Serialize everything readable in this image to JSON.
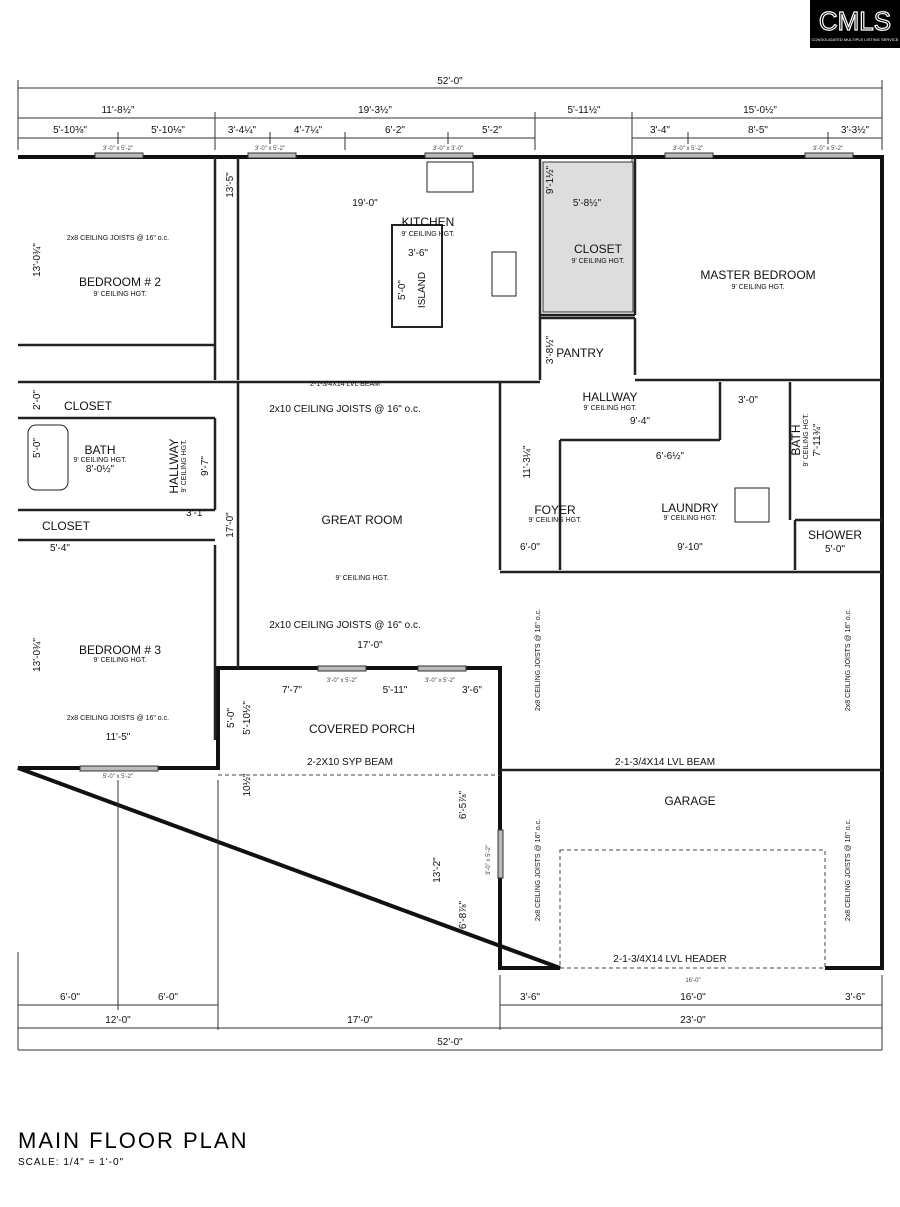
{
  "logo": {
    "text": "CMLS",
    "subtext": "CONSOLIDATED MULTIPLE LISTING SERVICE"
  },
  "plan": {
    "title": "MAIN FLOOR PLAN",
    "scale": "SCALE: 1/4\" = 1'-0\""
  },
  "dimensions": {
    "top_overall": "52'-0\"",
    "top_row2": [
      "11'-8½\"",
      "19'-3½\"",
      "5'-11½\"",
      "15'-0½\""
    ],
    "top_row3": [
      "5'-10⅜\"",
      "5'-10⅛\"",
      "3'-4¼\"",
      "4'-7¼\"",
      "6'-2\"",
      "5'-2\"",
      "3'-4\"",
      "8'-5\"",
      "3'-3½\""
    ],
    "bottom_row1": [
      "6'-0\"",
      "6'-0\"",
      "3'-6\"",
      "16'-0\"",
      "3'-6\""
    ],
    "bottom_row2": [
      "12'-0\"",
      "17'-0\"",
      "23'-0\""
    ],
    "bottom_overall": "52'-0\"",
    "garage_door": "16'-0\""
  },
  "windows": [
    "3'-0\" x 5'-2\"",
    "3'-0\" x 5'-2\"",
    "3'-0\" x 3'-0\"",
    "3'-0\" x 5'-2\"",
    "3'-0\" x 5'-2\"",
    "3'-0\" x 5'-2\"",
    "3'-0\" x 5'-2\"",
    "5'-0\" x 5'-2\"",
    "3'-0\" x 5'-2\""
  ],
  "rooms": {
    "bedroom2": {
      "name": "BEDROOM # 2",
      "ceiling": "9' CEILING HGT.",
      "joists": "2x8 CEILING JOISTS @ 16\" o.c.",
      "dim": "13'-0¾\""
    },
    "kitchen": {
      "name": "KITCHEN",
      "ceiling": "9' CEILING HGT.",
      "width": "19'-0\"",
      "island": "ISLAND",
      "island_w": "3'-6\"",
      "island_l": "5'-0\"",
      "depth": "13'-5\""
    },
    "closet_master": {
      "name": "CLOSET",
      "ceiling": "9' CEILING HGT.",
      "width": "5'-8½\"",
      "depth": "9'-1½\""
    },
    "master": {
      "name": "MASTER BEDROOM",
      "ceiling": "9' CEILING HGT."
    },
    "pantry": {
      "name": "PANTRY",
      "dim": "3'-8½\""
    },
    "closet1": {
      "name": "CLOSET",
      "dim": "2'-0\""
    },
    "bath1": {
      "name": "BATH",
      "ceiling": "9' CEILING HGT.",
      "width": "8'-0½\"",
      "dim": "5'-0\""
    },
    "hallway_left": {
      "name": "HALLWAY",
      "ceiling": "9' CEILING HGT.",
      "dim": "9'-7\"",
      "dim2": "3'-1\""
    },
    "closet2": {
      "name": "CLOSET",
      "dim": "5'-4\""
    },
    "great_room": {
      "name": "GREAT ROOM",
      "ceiling": "9' CEILING HGT.",
      "joists_top": "2x10 CEILING JOISTS @ 16\" o.c.",
      "joists_bottom": "2x10 CEILING JOISTS @ 16\" o.c.",
      "width": "17'-0\"",
      "depth": "17'-0\"",
      "beam": "2-1-3/4X14 LVL BEAM"
    },
    "hallway_right": {
      "name": "HALLWAY",
      "ceiling": "9' CEILING HGT.",
      "dim": "9'-4\""
    },
    "foyer": {
      "name": "FOYER",
      "ceiling": "9' CEILING HGT.",
      "width": "6'-0\"",
      "depth": "11'-3¼\""
    },
    "laundry": {
      "name": "LAUNDRY",
      "ceiling": "9' CEILING HGT.",
      "width": "9'-10\"",
      "dim": "6'-6½\""
    },
    "bath2": {
      "name": "BATH",
      "ceiling": "9' CEILING HGT.",
      "dim": "7'-11¾\"",
      "dim2": "3'-0\""
    },
    "shower": {
      "name": "SHOWER",
      "dim": "5'-0\""
    },
    "bedroom3": {
      "name": "BEDROOM # 3",
      "ceiling": "9' CEILING HGT.",
      "joists": "2x8 CEILING JOISTS @ 16\" o.c.",
      "width": "11'-5\"",
      "dim": "13'-0¾\""
    },
    "porch": {
      "name": "COVERED PORCH",
      "beam": "2-2X10 SYP BEAM",
      "dims": [
        "7'-7\"",
        "5'-11\"",
        "3'-6\""
      ],
      "depth": "5'-10½\"",
      "d2": "5'-0\"",
      "d3": "10½\""
    },
    "garage": {
      "name": "GARAGE",
      "beam": "2-1-3/4X14 LVL BEAM",
      "header": "2-1-3/4X14 LVL HEADER",
      "joists": "2x8 CEILING JOISTS @ 16\" o.c.",
      "depth": "13'-2\"",
      "d1": "6'-5⅞\"",
      "d2": "6'-8⅞\""
    }
  }
}
